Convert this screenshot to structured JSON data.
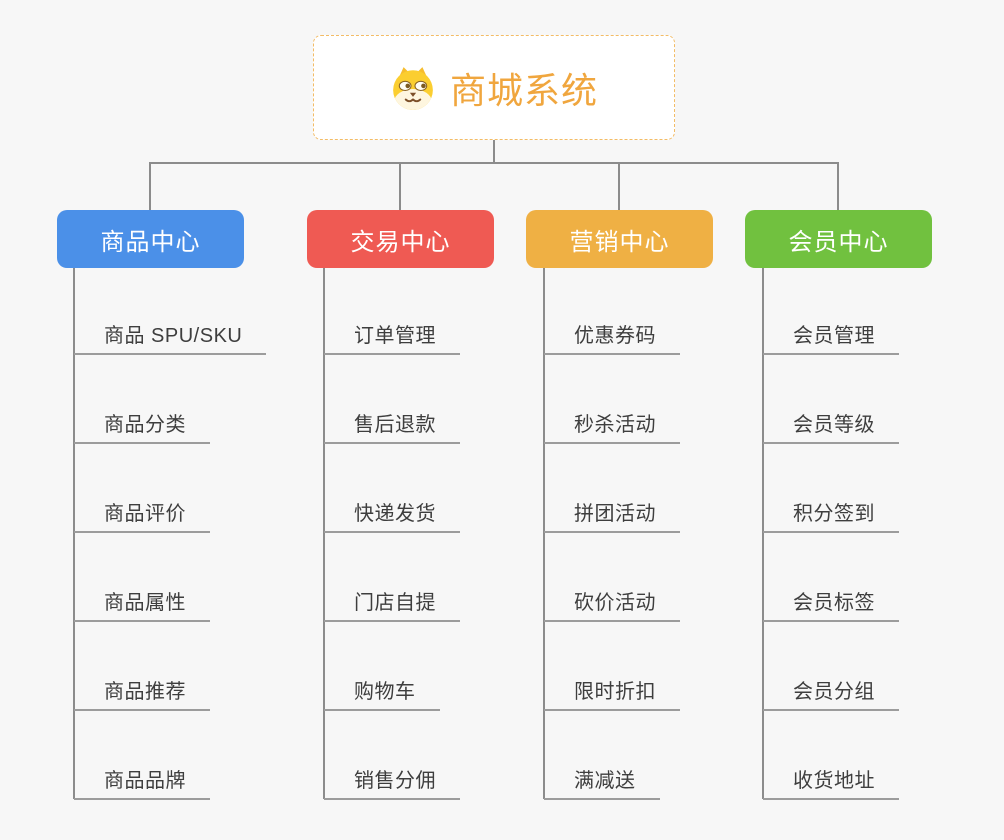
{
  "background_color": "#F7F7F7",
  "connector_color": "#8C8C8C",
  "root": {
    "title": "商城系统",
    "icon": "doge-icon",
    "text_color": "#F0A63E",
    "border_color": "#F3BC66"
  },
  "branches": [
    {
      "label": "商品中心",
      "color": "#4B90E8",
      "items": [
        "商品 SPU/SKU",
        "商品分类",
        "商品评价",
        "商品属性",
        "商品推荐",
        "商品品牌"
      ]
    },
    {
      "label": "交易中心",
      "color": "#EF5A53",
      "items": [
        "订单管理",
        "售后退款",
        "快递发货",
        "门店自提",
        "购物车",
        "销售分佣"
      ]
    },
    {
      "label": "营销中心",
      "color": "#EFB044",
      "items": [
        "优惠券码",
        "秒杀活动",
        "拼团活动",
        "砍价活动",
        "限时折扣",
        "满减送"
      ]
    },
    {
      "label": "会员中心",
      "color": "#71C13F",
      "items": [
        "会员管理",
        "会员等级",
        "积分签到",
        "会员标签",
        "会员分组",
        "收货地址"
      ]
    }
  ]
}
